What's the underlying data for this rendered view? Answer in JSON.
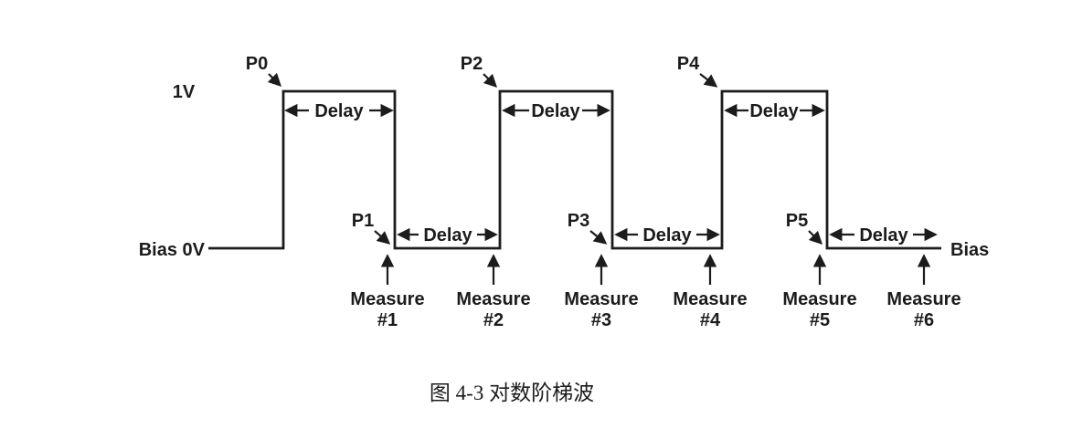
{
  "figure": {
    "background_color": "#ffffff",
    "ink_color": "#1c1c1c"
  },
  "waveform": {
    "high_level_label": "1V",
    "bias_left_label": "Bias 0V",
    "bias_right_label": "Bias",
    "pulse_point_labels": [
      "P0",
      "P1",
      "P2",
      "P3",
      "P4",
      "P5"
    ],
    "delay_labels": [
      "Delay",
      "Delay",
      "Delay",
      "Delay",
      "Delay",
      "Delay"
    ],
    "measure_labels": [
      {
        "line1": "Measure",
        "line2": "#1"
      },
      {
        "line1": "Measure",
        "line2": "#2"
      },
      {
        "line1": "Measure",
        "line2": "#3"
      },
      {
        "line1": "Measure",
        "line2": "#4"
      },
      {
        "line1": "Measure",
        "line2": "#5"
      },
      {
        "line1": "Measure",
        "line2": "#6"
      }
    ]
  },
  "caption": "图 4-3  对数阶梯波"
}
